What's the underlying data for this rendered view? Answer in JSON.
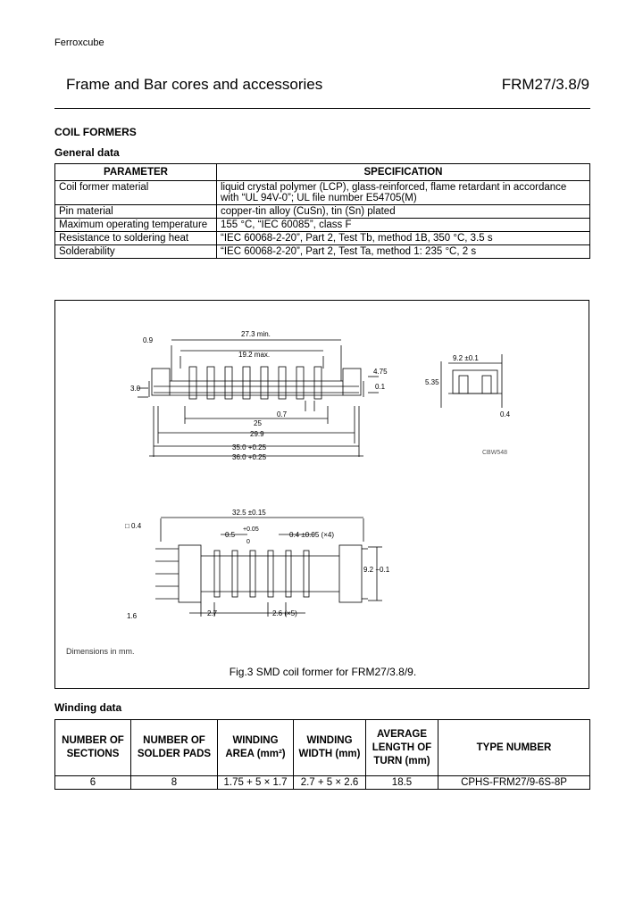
{
  "header": {
    "company": "Ferroxcube",
    "title": "Frame and Bar cores and accessories",
    "code": "FRM27/3.8/9"
  },
  "section": {
    "title": "COIL FORMERS",
    "general_title": "General data"
  },
  "general_table": {
    "headers": [
      "PARAMETER",
      "SPECIFICATION"
    ],
    "rows": [
      {
        "param": "Coil former material",
        "spec": "liquid crystal polymer (LCP), glass-reinforced, flame retardant in accordance with “UL 94V-0”; UL file number E54705(M)"
      },
      {
        "param": "Pin material",
        "spec": "copper-tin alloy (CuSn), tin (Sn) plated"
      },
      {
        "param": "Maximum operating temperature",
        "spec": "155 °C, “IEC 60085”, class F"
      },
      {
        "param": "Resistance to soldering heat",
        "spec": "“IEC 60068-2-20”, Part 2, Test Tb, method 1B, 350 °C, 3.5 s"
      },
      {
        "param": "Solderability",
        "spec": "“IEC 60068-2-20”, Part 2, Test Ta, method 1: 235 °C, 2 s"
      }
    ]
  },
  "figure": {
    "dims_top": {
      "d0_9": "0.9",
      "d27_3": "27.3 min.",
      "d19_2": "19.2 max.",
      "d3_0": "3.0",
      "d4_75": "4.75",
      "d0_1": "0.1",
      "d0_7": "0.7",
      "d25": "25",
      "d29_9": "29.9",
      "d35": "35.0 +0.25",
      "d36": "36.0 +0.25"
    },
    "dims_side": {
      "d5_35": "5.35",
      "d9_2": "9.2 ±0.1",
      "d0_4": "0.4"
    },
    "code": "CBW548",
    "dims_bottom": {
      "d0_4sq": "□ 0.4",
      "d32_5": "32.5 ±0.15",
      "d0_5": "0.5",
      "d0_5tol": "+0.05",
      "d0_5tol2": "0",
      "d0_4x4": "0.4 ±0.05 (×4)",
      "d9_2b": "9.2 −0.1",
      "d1_6": "1.6",
      "d2_7": "2.7",
      "d2_6": "2.6 (×5)"
    },
    "note": "Dimensions in mm.",
    "caption": "Fig.3  SMD coil former for FRM27/3.8/9."
  },
  "winding": {
    "title": "Winding data",
    "headers": [
      "NUMBER OF SECTIONS",
      "NUMBER OF SOLDER PADS",
      "WINDING AREA (mm²)",
      "WINDING WIDTH (mm)",
      "AVERAGE LENGTH OF TURN (mm)",
      "TYPE NUMBER"
    ],
    "row": [
      "6",
      "8",
      "1.75 + 5 × 1.7",
      "2.7 + 5 × 2.6",
      "18.5",
      "CPHS-FRM27/9-6S-8P"
    ]
  }
}
